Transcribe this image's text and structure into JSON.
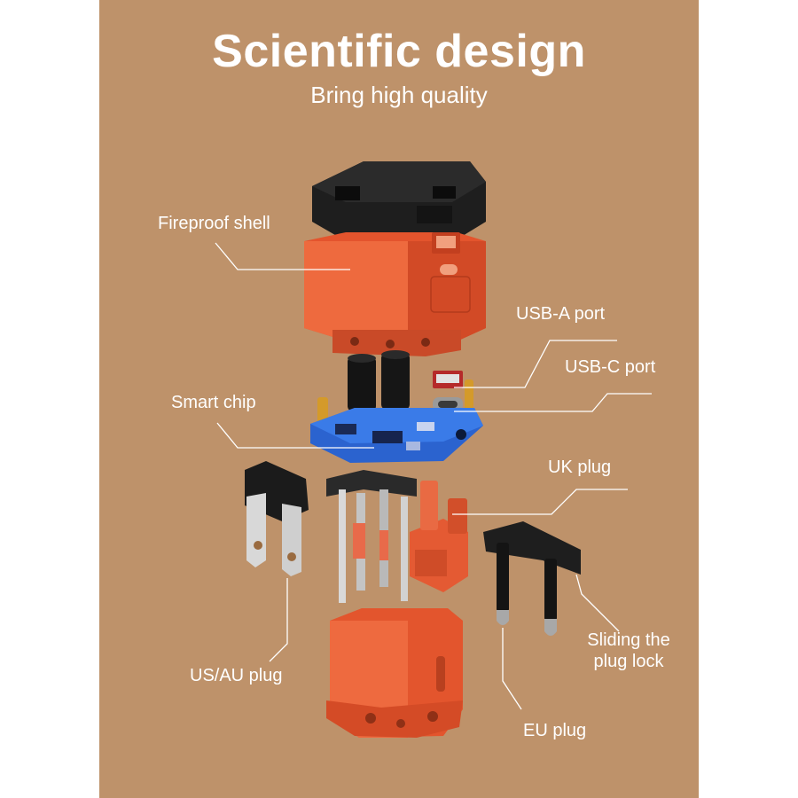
{
  "header": {
    "title": "Scientific design",
    "subtitle": "Bring high quality"
  },
  "labels": {
    "fireproof_shell": "Fireproof shell",
    "usb_a_port": "USB-A port",
    "usb_c_port": "USB-C port",
    "smart_chip": "Smart chip",
    "uk_plug": "UK plug",
    "sliding_lock_line1": "Sliding the",
    "sliding_lock_line2": "plug lock",
    "us_au_plug": "US/AU plug",
    "eu_plug": "EU plug"
  },
  "colors": {
    "background": "#be926a",
    "shell_orange": "#e8603a",
    "top_cap_black": "#1f1f1f",
    "pcb_blue": "#2a5fc8",
    "label_text": "#ffffff"
  }
}
